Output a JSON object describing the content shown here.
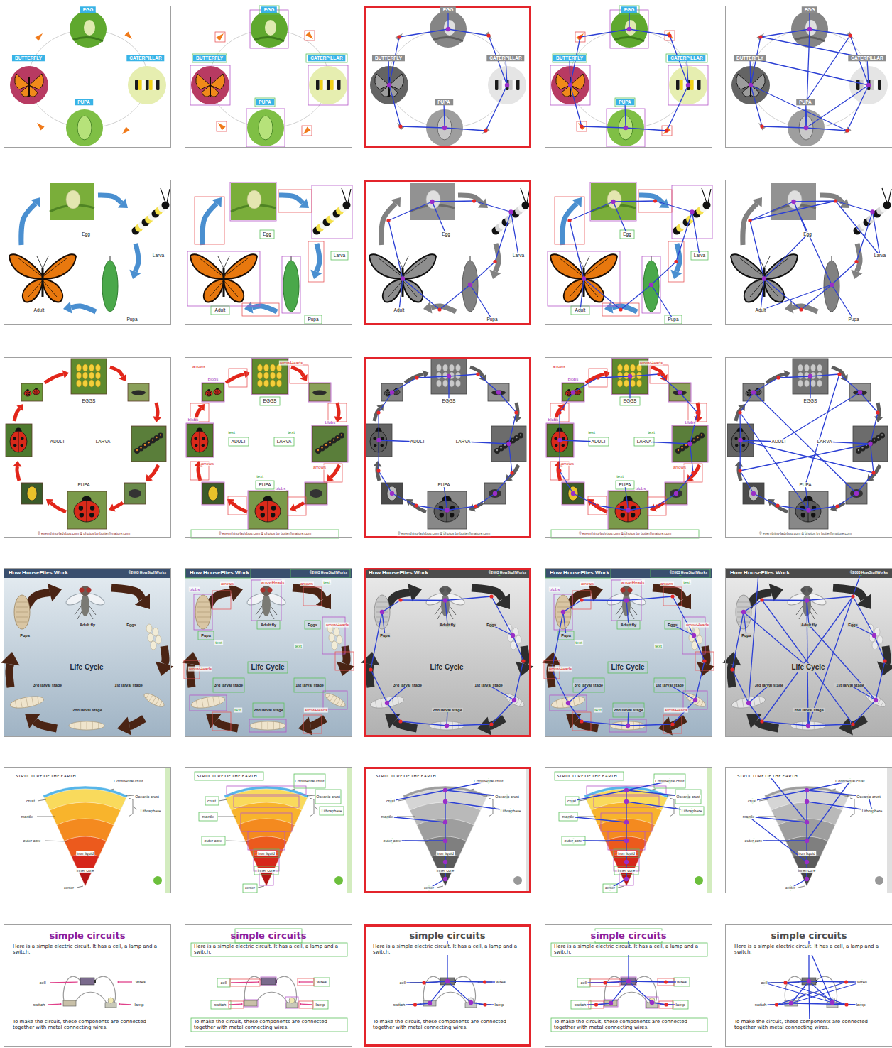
{
  "diagram": {
    "nodes": [
      {
        "text": [
          "EGG",
          "BUTTERFLY",
          "CATERPILLAR",
          "PUPA"
        ]
      },
      {
        "text": [
          "EGG",
          "BUTTERFLY",
          "CATERPILLAR",
          "PUPA"
        ]
      },
      {
        "text": [
          "EGG",
          "BUTTERFLY",
          "CATERPILLAR",
          "PUPA"
        ]
      },
      {
        "text": [
          "EGG",
          "BUTTERFLY",
          "CATERPILLAR",
          "PUPA"
        ]
      },
      {
        "text": [
          "EGG",
          "BUTTERFLY",
          "CATERPILLAR",
          "PUPA"
        ]
      },
      {
        "text": [
          "Egg",
          "Larva",
          "Adult",
          "Pupa"
        ]
      },
      {
        "text": [
          "Egg",
          "Larva",
          "Adult",
          "Pupa"
        ]
      },
      {
        "text": [
          "Egg",
          "Larva",
          "Adult",
          "Pupa"
        ]
      },
      {
        "text": [
          "Egg",
          "Larva",
          "Adult",
          "Pupa"
        ]
      },
      {
        "text": [
          "Egg",
          "Larva",
          "Adult",
          "Pupa"
        ]
      },
      {
        "text": [
          "EGGS",
          "ADULT",
          "LARVA",
          "PUPA",
          "© everything-ladybug.com & photos by butterflynature.com"
        ]
      },
      {
        "text": [
          "EGGS",
          "ADULT",
          "LARVA",
          "PUPA",
          "© everything-ladybug.com & photos by butterflynature.com",
          "arrows",
          "arrowHeads",
          "blobs",
          "blobs",
          "text",
          "text",
          "blobs",
          "arrows",
          "text",
          "blobs",
          "arrows"
        ]
      },
      {
        "text": [
          "EGGS",
          "ADULT",
          "LARVA",
          "PUPA",
          "© everything-ladybug.com & photos by butterflynature.com"
        ]
      },
      {
        "text": [
          "EGGS",
          "ADULT",
          "LARVA",
          "PUPA",
          "© everything-ladybug.com & photos by butterflynature.com",
          "arrows",
          "arrowHeads",
          "blobs",
          "blobs",
          "text",
          "text",
          "blobs",
          "arrows",
          "text",
          "blobs",
          "arrows"
        ]
      },
      {
        "text": [
          "EGGS",
          "ADULT",
          "LARVA",
          "PUPA",
          "© everything-ladybug.com & photos by butterflynature.com"
        ]
      },
      {
        "text": [
          "How HouseFlies Work",
          "©2003 HowStuffWorks",
          "Adult fly",
          "Pupa",
          "Eggs",
          "Life Cycle",
          "3rd larval stage",
          "1st larval stage",
          "2nd larval stage"
        ]
      },
      {
        "text": [
          "How HouseFlies Work",
          "©2003 HowStuffWorks",
          "Adult fly",
          "Pupa",
          "Eggs",
          "Life Cycle",
          "3rd larval stage",
          "1st larval stage",
          "2nd larval stage",
          "text",
          "arrows",
          "arrowHeads",
          "arrows",
          "blobs",
          "arrowHeads",
          "text",
          "text",
          "arrowHeads",
          "text",
          "arrowHeads"
        ]
      },
      {
        "text": [
          "How HouseFlies Work",
          "©2003 HowStuffWorks",
          "Adult fly",
          "Pupa",
          "Eggs",
          "Life Cycle",
          "3rd larval stage",
          "1st larval stage",
          "2nd larval stage"
        ]
      },
      {
        "text": [
          "How HouseFlies Work",
          "©2003 HowStuffWorks",
          "Adult fly",
          "Pupa",
          "Eggs",
          "Life Cycle",
          "3rd larval stage",
          "1st larval stage",
          "2nd larval stage",
          "text",
          "arrows",
          "arrowHeads",
          "arrows",
          "blobs",
          "arrowHeads",
          "text",
          "text",
          "arrowHeads",
          "text",
          "arrowHeads"
        ]
      },
      {
        "text": [
          "How HouseFlies Work",
          "©2003 HowStuffWorks",
          "Adult fly",
          "Pupa",
          "Eggs",
          "Life Cycle",
          "3rd larval stage",
          "1st larval stage",
          "2nd larval stage"
        ]
      },
      {
        "text": [
          "STRUCTURE OF THE EARTH",
          "Continental crust",
          "Oceanic crust",
          "Lithosphere",
          "crust",
          "mantle",
          "outer core",
          "iron liquid",
          "inner core",
          "center"
        ]
      },
      {
        "text": [
          "STRUCTURE OF THE EARTH",
          "Continental crust",
          "Oceanic crust",
          "Lithosphere",
          "crust",
          "mantle",
          "outer core",
          "iron liquid",
          "inner core",
          "center"
        ]
      },
      {
        "text": [
          "STRUCTURE OF THE EARTH",
          "Continental crust",
          "Oceanic crust",
          "Lithosphere",
          "crust",
          "mantle",
          "outer core",
          "iron liquid",
          "inner core",
          "center"
        ]
      },
      {
        "text": [
          "STRUCTURE OF THE EARTH",
          "Continental crust",
          "Oceanic crust",
          "Lithosphere",
          "crust",
          "mantle",
          "outer core",
          "iron liquid",
          "inner core",
          "center"
        ]
      },
      {
        "text": [
          "STRUCTURE OF THE EARTH",
          "Continental crust",
          "Oceanic crust",
          "Lithosphere",
          "crust",
          "mantle",
          "outer core",
          "iron liquid",
          "inner core",
          "center"
        ]
      },
      {
        "text": [
          "simple circuits",
          "Here is a simple electric circuit. It has a cell, a lamp and a switch.",
          "cell",
          "switch",
          "wires",
          "lamp",
          "To make the circuit, these components are connected together with metal connecting wires."
        ]
      },
      {
        "text": [
          "simple circuits",
          "Here is a simple electric circuit. It has a cell, a lamp and a switch.",
          "cell",
          "switch",
          "wires",
          "lamp",
          "To make the circuit, these components are connected together with metal connecting wires."
        ]
      },
      {
        "text": [
          "simple circuits",
          "Here is a simple electric circuit. It has a cell, a lamp and a switch.",
          "cell",
          "switch",
          "wires",
          "lamp",
          "To make the circuit, these components are connected together with metal connecting wires."
        ]
      },
      {
        "text": [
          "simple circuits",
          "Here is a simple electric circuit. It has a cell, a lamp and a switch.",
          "cell",
          "switch",
          "wires",
          "lamp",
          "To make the circuit, these components are connected together with metal connecting wires."
        ]
      },
      {
        "text": [
          "simple circuits",
          "Here is a simple electric circuit. It has a cell, a lamp and a switch.",
          "cell",
          "switch",
          "wires",
          "lamp",
          "To make the circuit, these components are connected together with metal connecting wires."
        ]
      }
    ]
  }
}
